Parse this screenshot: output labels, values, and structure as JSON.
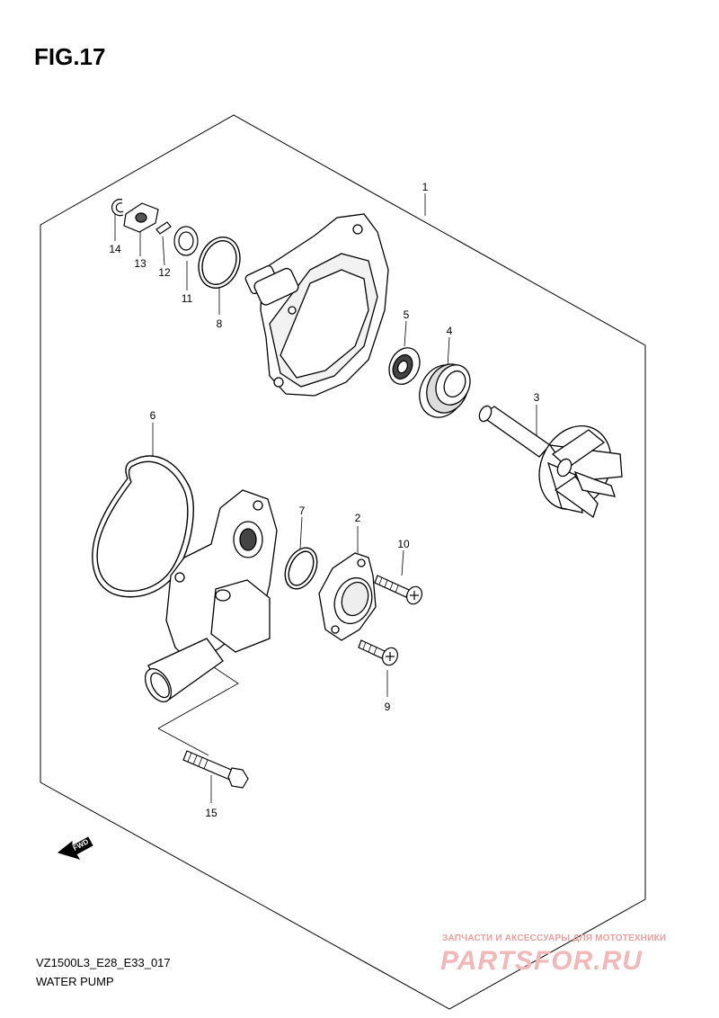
{
  "figure": {
    "title": "FIG.17"
  },
  "callouts": [
    {
      "id": "c1",
      "label": "1"
    },
    {
      "id": "c2",
      "label": "2"
    },
    {
      "id": "c3",
      "label": "3"
    },
    {
      "id": "c4",
      "label": "4"
    },
    {
      "id": "c5",
      "label": "5"
    },
    {
      "id": "c6",
      "label": "6"
    },
    {
      "id": "c7",
      "label": "7"
    },
    {
      "id": "c8",
      "label": "8"
    },
    {
      "id": "c9",
      "label": "9"
    },
    {
      "id": "c10",
      "label": "10"
    },
    {
      "id": "c11",
      "label": "11"
    },
    {
      "id": "c12",
      "label": "12"
    },
    {
      "id": "c13",
      "label": "13"
    },
    {
      "id": "c14",
      "label": "14"
    },
    {
      "id": "c15",
      "label": "15"
    }
  ],
  "fwd_marker": {
    "text": "FWD"
  },
  "footer": {
    "model_code": "VZ1500L3_E28_E33_017",
    "section_name": "WATER PUMP"
  },
  "watermark": {
    "tagline": "ЗАПЧАСТИ И АКСЕССУАРЫ ДЛЯ МОТОТЕХНИКИ",
    "logo": "PARTSFOR.RU"
  }
}
